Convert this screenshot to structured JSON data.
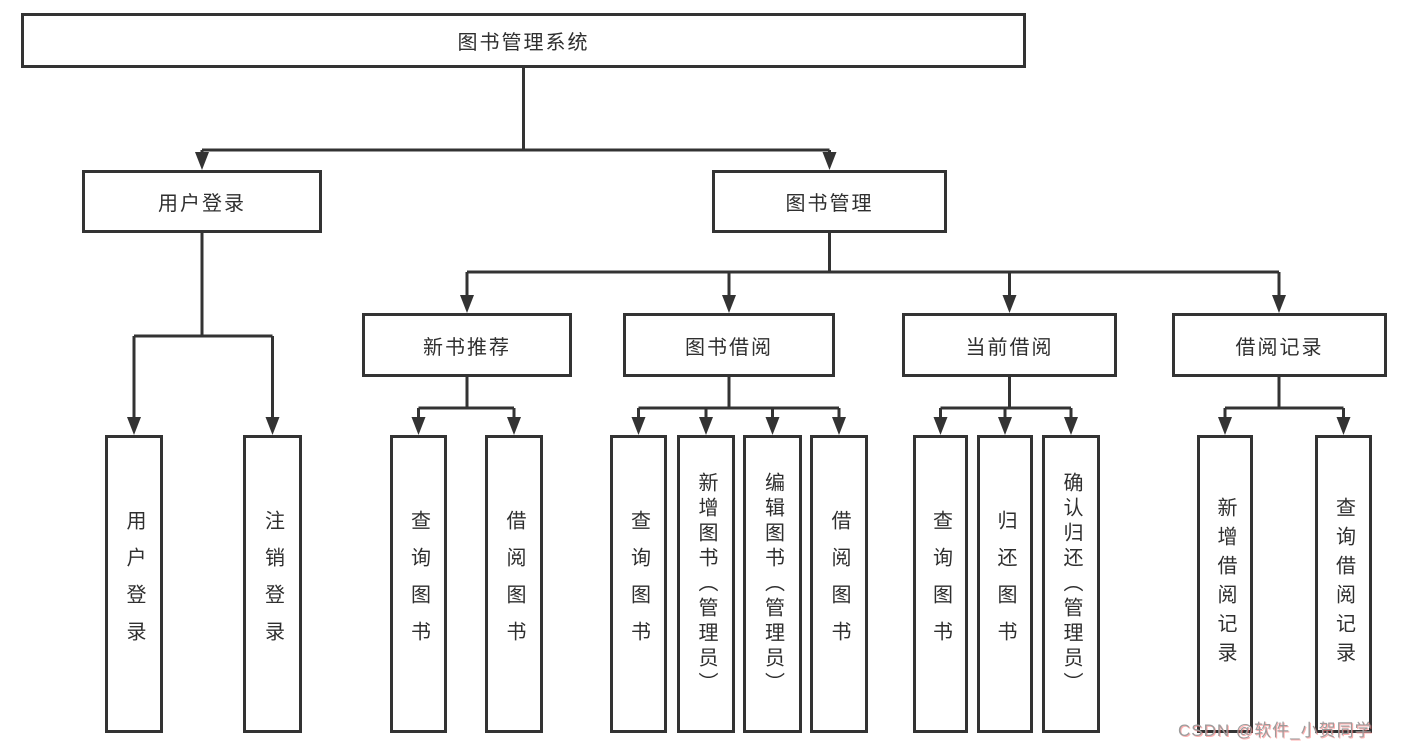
{
  "diagram": {
    "type": "hierarchy",
    "nodes": {
      "root": {
        "label": "图书管理系统"
      },
      "level2": [
        {
          "label": "用户登录"
        },
        {
          "label": "图书管理"
        }
      ],
      "level3": [
        {
          "label": "新书推荐",
          "parent": "图书管理"
        },
        {
          "label": "图书借阅",
          "parent": "图书管理"
        },
        {
          "label": "当前借阅",
          "parent": "图书管理"
        },
        {
          "label": "借阅记录",
          "parent": "图书管理"
        }
      ],
      "leaves": [
        {
          "label": "用户登录",
          "parent": "用户登录"
        },
        {
          "label": "注销登录",
          "parent": "用户登录"
        },
        {
          "label": "查询图书",
          "parent": "新书推荐"
        },
        {
          "label": "借阅图书",
          "parent": "新书推荐"
        },
        {
          "label": "查询图书",
          "parent": "图书借阅"
        },
        {
          "label": "新增图书（管理员）",
          "parent": "图书借阅"
        },
        {
          "label": "编辑图书（管理员）",
          "parent": "图书借阅"
        },
        {
          "label": "借阅图书",
          "parent": "图书借阅"
        },
        {
          "label": "查询图书",
          "parent": "当前借阅"
        },
        {
          "label": "归还图书",
          "parent": "当前借阅"
        },
        {
          "label": "确认归还（管理员）",
          "parent": "当前借阅"
        },
        {
          "label": "新增借阅记录",
          "parent": "借阅记录"
        },
        {
          "label": "查询借阅记录",
          "parent": "借阅记录"
        }
      ]
    },
    "colors": {
      "line": "#333333",
      "box_border": "#333333",
      "box_fill": "#ffffff",
      "text": "#2f2f2f",
      "background": "#ffffff",
      "watermark_text": "#9c9c9c",
      "watermark_shadow": "#ff6e6e"
    }
  },
  "watermark": {
    "text": "CSDN @软件_小贺同学"
  }
}
